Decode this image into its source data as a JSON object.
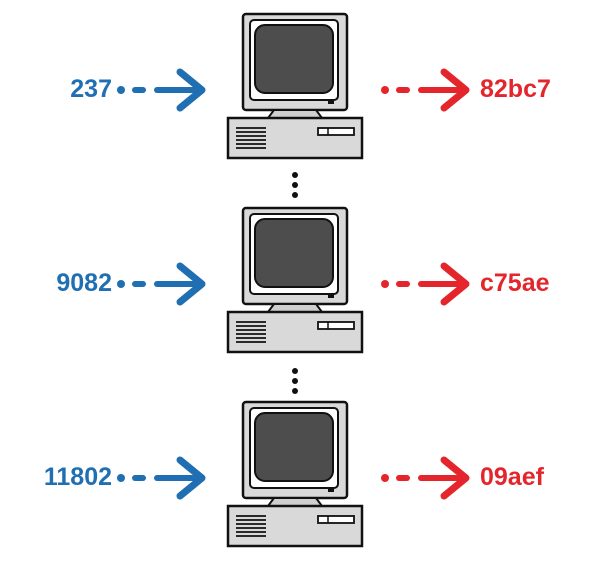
{
  "rows": [
    {
      "input": "237",
      "output": "82bc7"
    },
    {
      "input": "9082",
      "output": "c75ae"
    },
    {
      "input": "11802",
      "output": "09aef"
    }
  ],
  "colors": {
    "input": "#1f6fb2",
    "output": "#e4262c",
    "computer_body": "#d9d9d9",
    "computer_screen": "#4d4d4d",
    "outline": "#111111"
  },
  "icons": {
    "computer": "desktop-computer-icon",
    "input_arrow": "dashed-right-arrow-icon",
    "output_arrow": "dashed-right-arrow-icon",
    "continuation": "vertical-ellipsis-icon"
  }
}
